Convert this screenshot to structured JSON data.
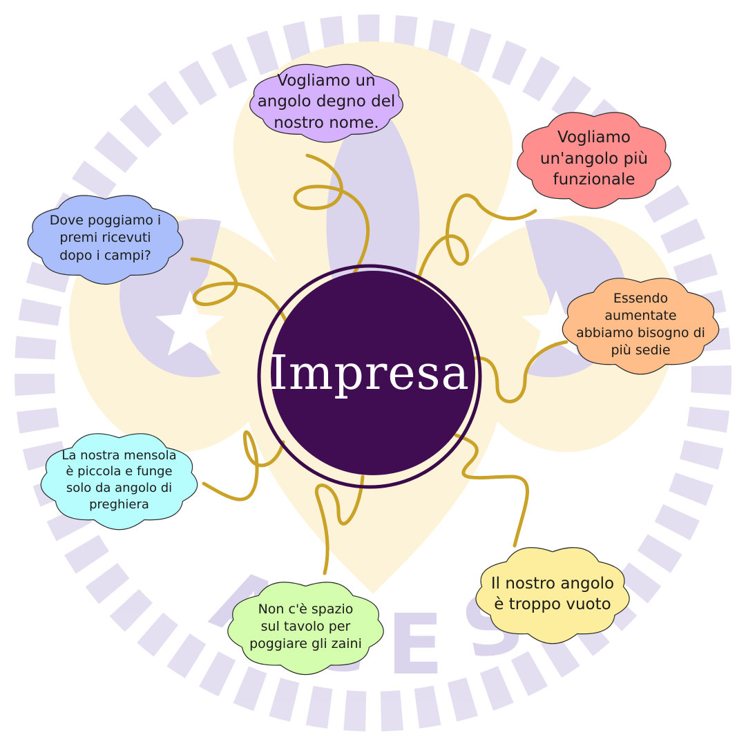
{
  "colors": {
    "hub_fill": "#400d52",
    "hub_ring": "#3a0a4a",
    "ribbon": "#c9a227",
    "watermark_purple": "#d6d0ea",
    "watermark_cream": "#fcf3d6",
    "cloud_stroke": "#2a2a2a"
  },
  "hub": {
    "label": "Impresa"
  },
  "clouds": [
    {
      "id": "top",
      "text": "Vogliamo un\nangolo degno del\nnostro nome.",
      "color": "#d5b1fe"
    },
    {
      "id": "top-right",
      "text": "Vogliamo\nun'angolo più\nfunzionale",
      "color": "#ff8f8f"
    },
    {
      "id": "left-top",
      "text": "Dove poggiamo i\npremi ricevuti\ndopo i campi?",
      "color": "#a9befa"
    },
    {
      "id": "right-mid",
      "text": "Essendo\naumentate\nabbiamo bisogno di\npiù sedie",
      "color": "#ffbd8a"
    },
    {
      "id": "left-bottom",
      "text": "La nostra mensola\nè piccola e funge\nsolo da angolo di\npreghiera",
      "color": "#b8fdfd"
    },
    {
      "id": "bottom-right",
      "text": "Il nostro angolo\nè troppo vuoto",
      "color": "#fcee9c"
    },
    {
      "id": "bottom",
      "text": "Non c'è spazio\nsul tavolo per\npoggiare gli zaini",
      "color": "#d5fdae"
    }
  ]
}
